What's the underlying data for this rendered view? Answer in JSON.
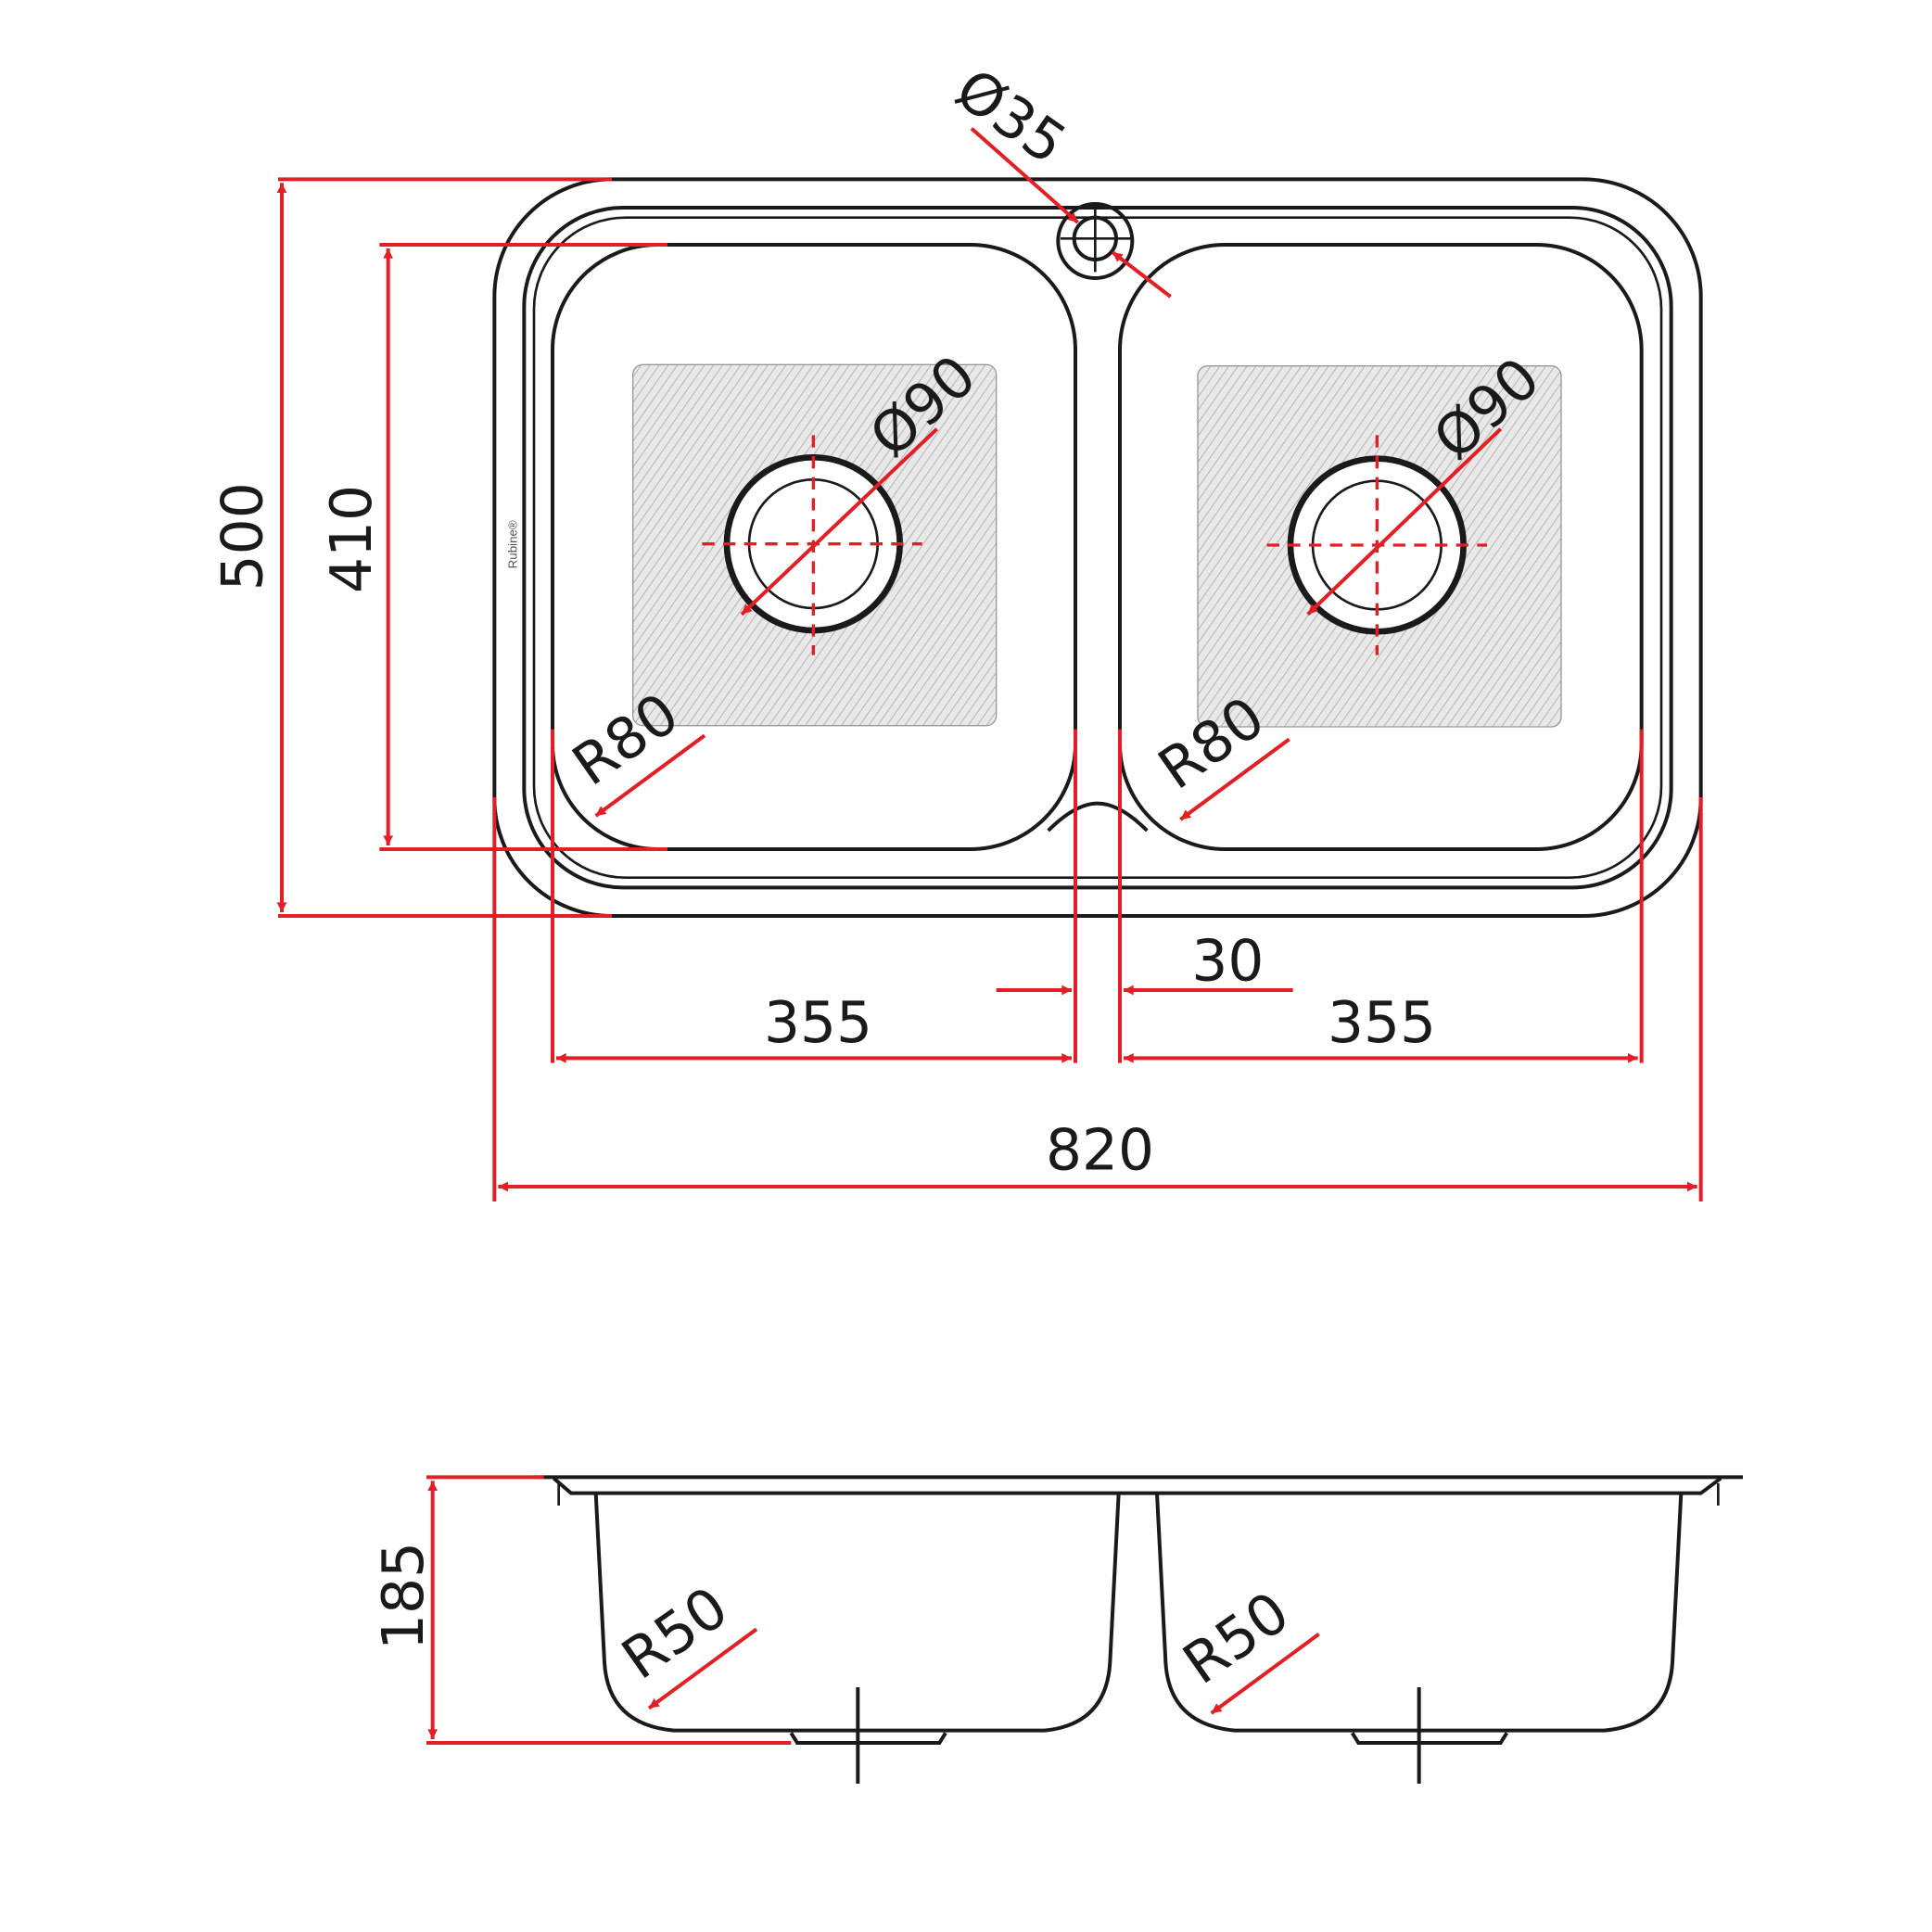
{
  "title": "Double bowl sink technical drawing",
  "brand_logo": "Rubine®",
  "colors": {
    "dimension": "#e31e24",
    "outline": "#1a1a1a"
  },
  "top_view": {
    "tap_hole": "Ø35",
    "overall_depth": "500",
    "bowl_depth": "410",
    "left_waste": "Ø90",
    "right_waste": "Ø90",
    "left_corner_radius": "R80",
    "right_corner_radius": "R80",
    "divider_width": "30",
    "left_bowl_width": "355",
    "right_bowl_width": "355",
    "overall_width": "820"
  },
  "side_view": {
    "bowl_height": "185",
    "left_bottom_radius": "R50",
    "right_bottom_radius": "R50"
  }
}
